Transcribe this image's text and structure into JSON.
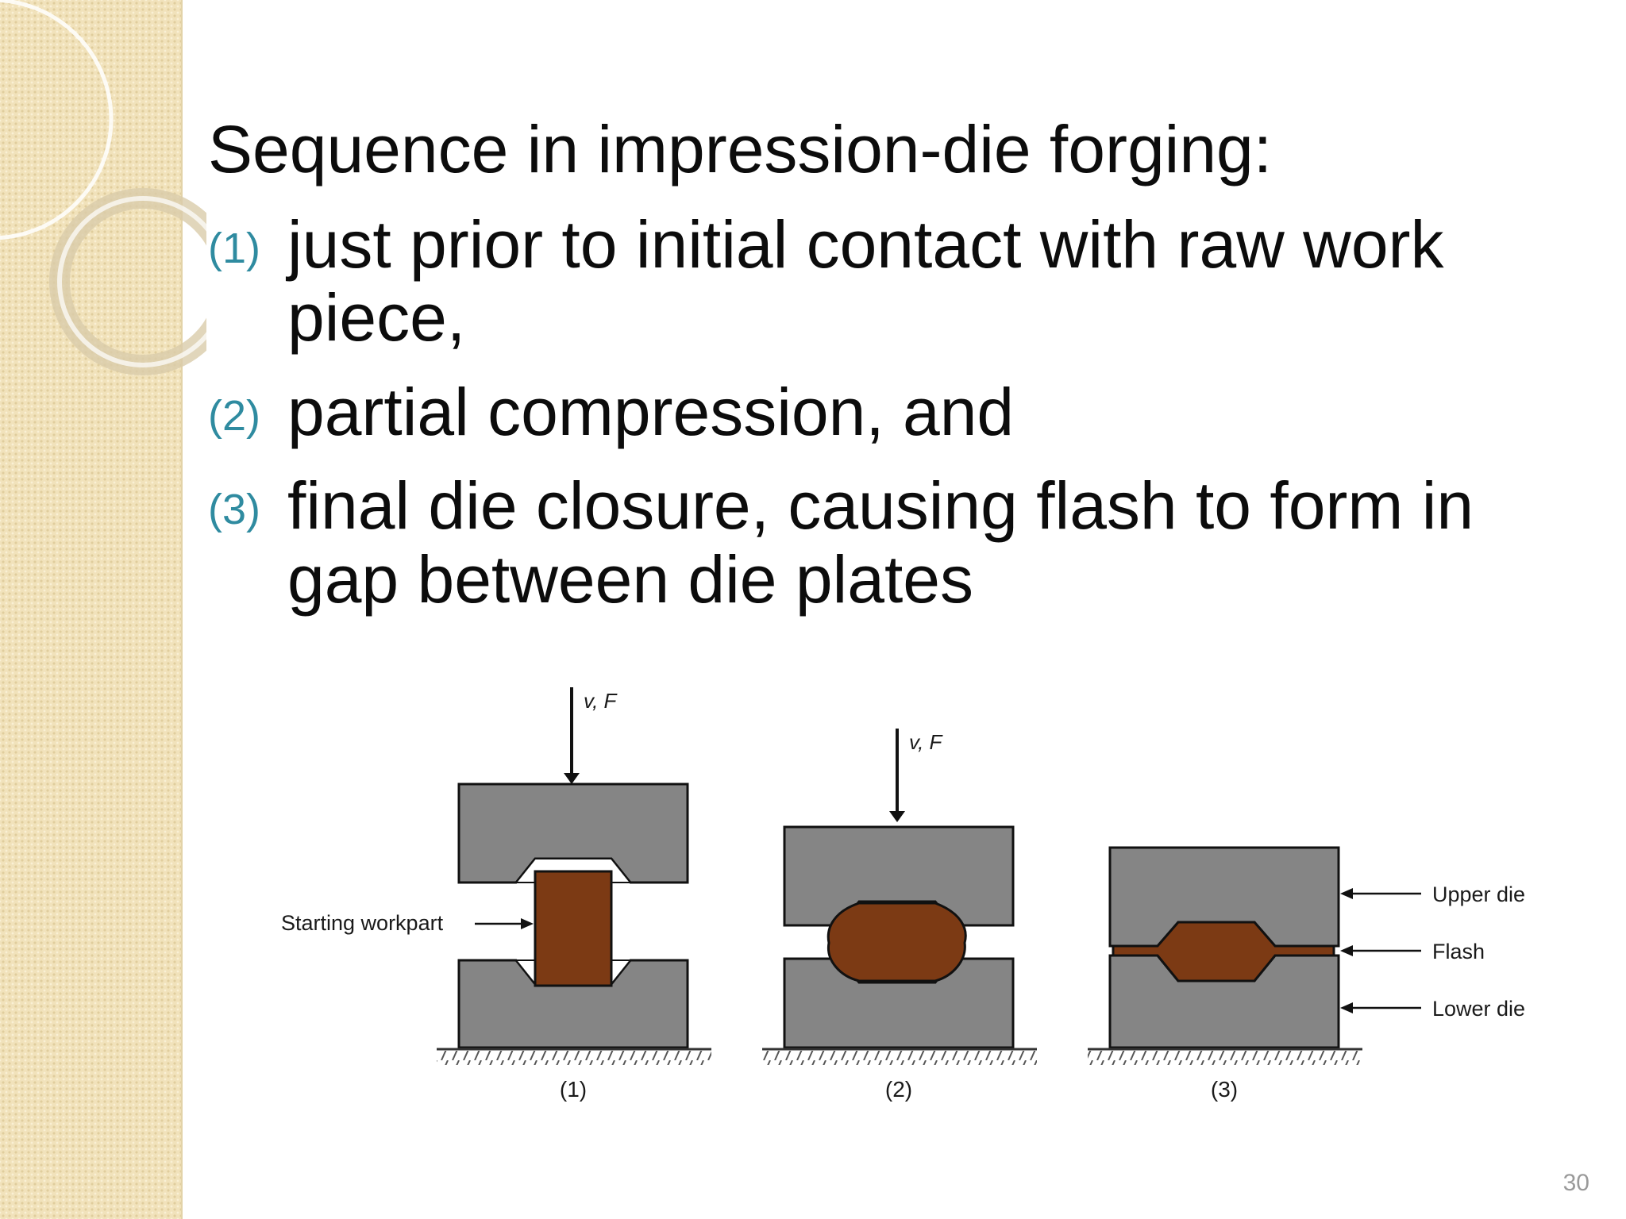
{
  "slide": {
    "title": "Sequence in impression-die forging:",
    "items": [
      {
        "num": "(1)",
        "text": "just prior to initial contact with raw work piece,"
      },
      {
        "num": "(2)",
        "text": "partial compression, and"
      },
      {
        "num": "(3)",
        "text": "final die closure, causing flash to form in gap between die plates"
      }
    ],
    "page_number": "30"
  },
  "figure": {
    "force_label": "v, F",
    "starting_workpart": "Starting workpart",
    "upper_die": "Upper die",
    "flash": "Flash",
    "lower_die": "Lower die",
    "step_labels": [
      "(1)",
      "(2)",
      "(3)"
    ],
    "colors": {
      "die": "#858585",
      "workpart": "#7c3a14",
      "outline": "#111111",
      "accent": "#2f8ba0"
    }
  }
}
